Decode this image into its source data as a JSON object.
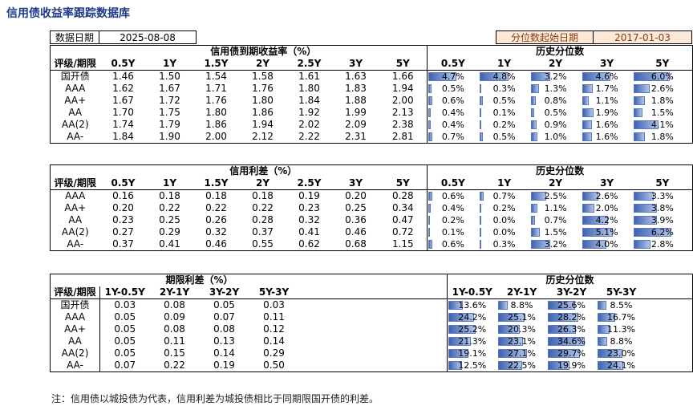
{
  "title": "信用债收益率跟踪数据库",
  "data_date_label": "数据日期",
  "data_date_value": "2025-08-08",
  "pct_start_label": "分位数起始日期",
  "pct_start_value": "2017-01-03",
  "colors": {
    "title": "#1f3a8a",
    "accent_brown": "#8b3a0e",
    "date_bg": "#fde9d9",
    "bar": "#3e63b0"
  },
  "grade_label": "评级/期限",
  "history_label": "历史分位数",
  "tenors": [
    "0.5Y",
    "1Y",
    "1.5Y",
    "2Y",
    "2.5Y",
    "3Y",
    "5Y"
  ],
  "pct_tenors": [
    "0.5Y",
    "1Y",
    "2Y",
    "3Y",
    "5Y"
  ],
  "yield": {
    "title": "信用债到期收益率（%）",
    "rows": [
      {
        "grade": "国开债",
        "values": [
          "1.46",
          "1.50",
          "1.54",
          "1.58",
          "1.61",
          "1.63",
          "1.66"
        ],
        "pct": [
          "4.7%",
          "4.8%",
          "3.2%",
          "4.6%",
          "6.0%"
        ]
      },
      {
        "grade": "AAA",
        "values": [
          "1.62",
          "1.67",
          "1.71",
          "1.76",
          "1.80",
          "1.83",
          "1.94"
        ],
        "pct": [
          "0.5%",
          "0.3%",
          "1.3%",
          "1.7%",
          "2.6%"
        ]
      },
      {
        "grade": "AA+",
        "values": [
          "1.67",
          "1.72",
          "1.76",
          "1.80",
          "1.84",
          "1.88",
          "2.00"
        ],
        "pct": [
          "0.6%",
          "0.5%",
          "0.8%",
          "1.1%",
          "1.8%"
        ]
      },
      {
        "grade": "AA",
        "values": [
          "1.70",
          "1.75",
          "1.80",
          "1.86",
          "1.92",
          "1.99",
          "2.13"
        ],
        "pct": [
          "0.4%",
          "0.1%",
          "0.5%",
          "1.9%",
          "1.5%"
        ]
      },
      {
        "grade": "AA(2)",
        "values": [
          "1.74",
          "1.79",
          "1.86",
          "1.94",
          "2.02",
          "2.09",
          "2.38"
        ],
        "pct": [
          "0.4%",
          "0.2%",
          "0.9%",
          "1.6%",
          "4.1%"
        ]
      },
      {
        "grade": "AA-",
        "values": [
          "1.84",
          "1.90",
          "2.00",
          "2.12",
          "2.22",
          "2.31",
          "2.81"
        ],
        "pct": [
          "0.7%",
          "0.5%",
          "1.0%",
          "1.6%",
          "1.8%"
        ]
      }
    ]
  },
  "spread": {
    "title": "信用利差（%）",
    "rows": [
      {
        "grade": "AAA",
        "values": [
          "0.16",
          "0.18",
          "0.18",
          "0.18",
          "0.19",
          "0.20",
          "0.28"
        ],
        "pct": [
          "0.6%",
          "0.7%",
          "2.5%",
          "2.6%",
          "3.3%"
        ]
      },
      {
        "grade": "AA+",
        "values": [
          "0.20",
          "0.22",
          "0.22",
          "0.22",
          "0.23",
          "0.25",
          "0.34"
        ],
        "pct": [
          "0.4%",
          "0.2%",
          "1.1%",
          "2.0%",
          "3.8%"
        ]
      },
      {
        "grade": "AA",
        "values": [
          "0.23",
          "0.25",
          "0.26",
          "0.28",
          "0.32",
          "0.36",
          "0.47"
        ],
        "pct": [
          "0.2%",
          "0.0%",
          "0.7%",
          "4.2%",
          "3.9%"
        ]
      },
      {
        "grade": "AA(2)",
        "values": [
          "0.27",
          "0.29",
          "0.32",
          "0.37",
          "0.41",
          "0.46",
          "0.72"
        ],
        "pct": [
          "0.1%",
          "0.0%",
          "1.5%",
          "5.1%",
          "6.2%"
        ]
      },
      {
        "grade": "AA-",
        "values": [
          "0.37",
          "0.41",
          "0.46",
          "0.55",
          "0.62",
          "0.68",
          "1.15"
        ],
        "pct": [
          "0.6%",
          "0.3%",
          "3.2%",
          "4.0%",
          "2.8%"
        ]
      }
    ]
  },
  "term": {
    "title": "期限利差（%）",
    "cols": [
      "1Y-0.5Y",
      "2Y-1Y",
      "3Y-2Y",
      "5Y-3Y"
    ],
    "rows": [
      {
        "grade": "国开债",
        "values": [
          "0.03",
          "0.08",
          "0.05",
          "0.03"
        ],
        "pct": [
          "13.6%",
          "8.8%",
          "25.6%",
          "8.5%"
        ]
      },
      {
        "grade": "AAA",
        "values": [
          "0.05",
          "0.09",
          "0.07",
          "0.11"
        ],
        "pct": [
          "24.2%",
          "25.1%",
          "28.2%",
          "16.7%"
        ]
      },
      {
        "grade": "AA+",
        "values": [
          "0.05",
          "0.08",
          "0.08",
          "0.12"
        ],
        "pct": [
          "25.2%",
          "20.3%",
          "26.3%",
          "11.3%"
        ]
      },
      {
        "grade": "AA",
        "values": [
          "0.05",
          "0.11",
          "0.13",
          "0.14"
        ],
        "pct": [
          "21.3%",
          "23.1%",
          "34.6%",
          "8.8%"
        ]
      },
      {
        "grade": "AA(2)",
        "values": [
          "0.05",
          "0.15",
          "0.14",
          "0.29"
        ],
        "pct": [
          "19.1%",
          "27.1%",
          "29.7%",
          "23.0%"
        ]
      },
      {
        "grade": "AA-",
        "values": [
          "0.07",
          "0.22",
          "0.19",
          "0.50"
        ],
        "pct": [
          "12.5%",
          "22.5%",
          "19.9%",
          "24.1%"
        ]
      }
    ]
  },
  "note": "注：信用债以城投债为代表，信用利差为城投债相比于同期限国开债的利差。"
}
